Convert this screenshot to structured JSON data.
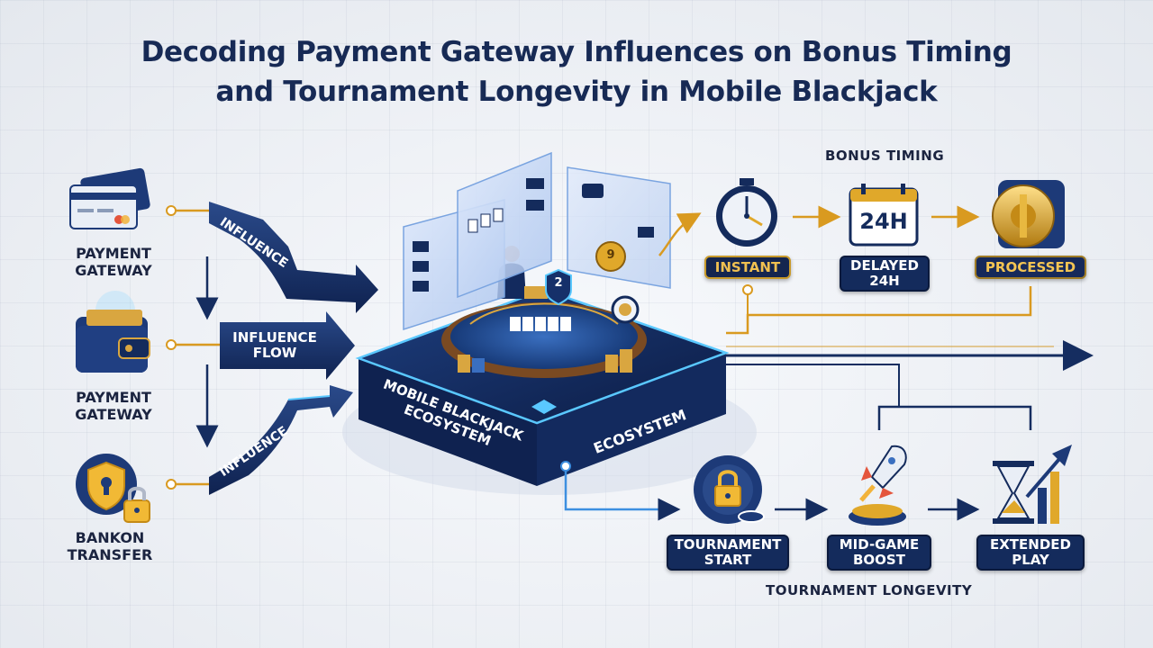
{
  "title": {
    "line1": "Decoding Payment Gateway Influences on Bonus Timing",
    "line2": "and Tournament Longevity in Mobile Blackjack"
  },
  "sources": [
    {
      "label_line1": "PAYMENT",
      "label_line2": "GATEWAY",
      "icon": "credit-card-icon"
    },
    {
      "label_line1": "PAYMENT",
      "label_line2": "GATEWAY",
      "icon": "wallet-icon"
    },
    {
      "label_line1": "BANKON",
      "label_line2": "TRANSFER",
      "icon": "shield-lock-icon"
    }
  ],
  "flow_labels": {
    "top": "INFLUENCE",
    "middle_line1": "INFLUENCE",
    "middle_line2": "FLOW",
    "bottom": "INFLUENCE"
  },
  "hub": {
    "label_line1": "MOBILE BLACKJACK",
    "label_line2": "ECOSYSTEM",
    "label_right": "ECOSYSTEM",
    "badge": "2",
    "chip": "9"
  },
  "bonus_timing": {
    "heading": "BONUS TIMING",
    "steps": [
      {
        "label_line1": "INSTANT",
        "label_line2": "",
        "icon": "stopwatch-icon"
      },
      {
        "label_line1": "DELAYED",
        "label_line2": "24H",
        "icon": "calendar-icon",
        "icon_text": "24H"
      },
      {
        "label_line1": "PROCESSED",
        "label_line2": "",
        "icon": "vault-icon"
      }
    ]
  },
  "tournament": {
    "heading": "TOURNAMENT LONGEVITY",
    "steps": [
      {
        "label_line1": "TOURNAMENT",
        "label_line2": "START",
        "icon": "lock-chips-icon"
      },
      {
        "label_line1": "MID-GAME",
        "label_line2": "BOOST",
        "icon": "rocket-icon"
      },
      {
        "label_line1": "EXTENDED",
        "label_line2": "PLAY",
        "icon": "hourglass-growth-icon"
      }
    ]
  },
  "colors": {
    "navy": "#142b5c",
    "gold": "#e0a82a",
    "glow": "#5ac8ff"
  }
}
